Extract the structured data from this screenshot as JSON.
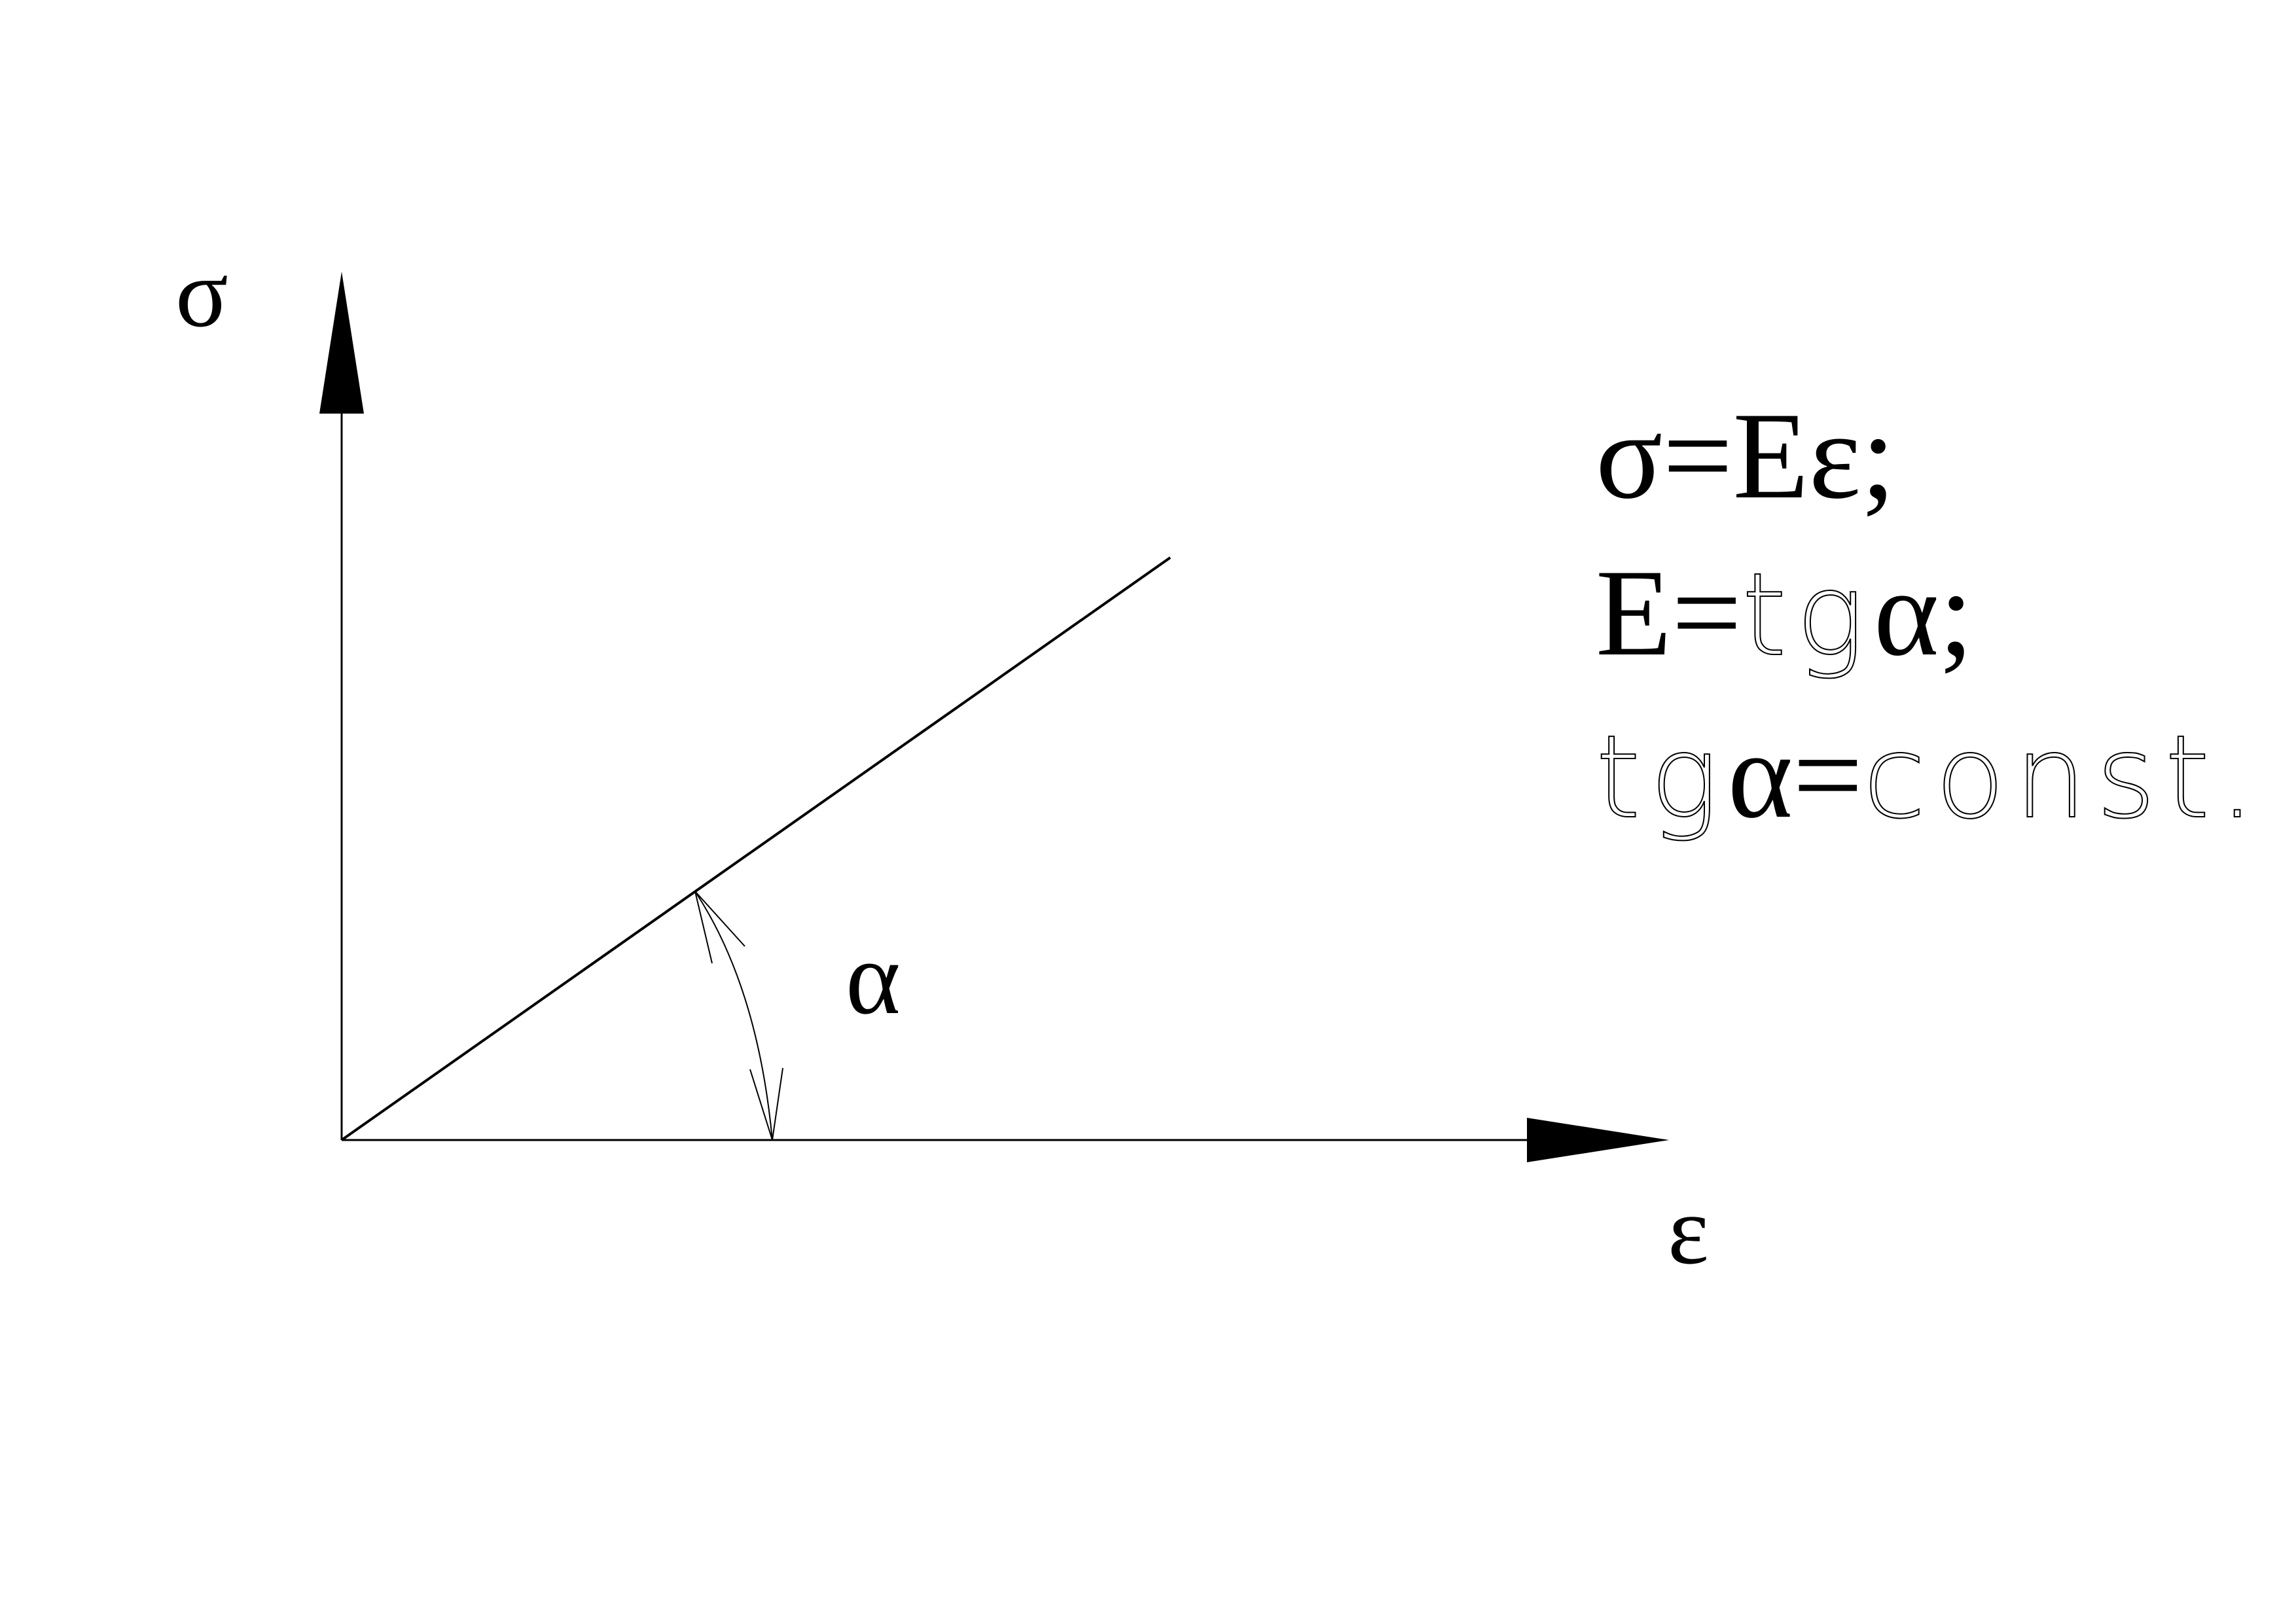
{
  "axes": {
    "y_label": "σ",
    "x_label": "ε"
  },
  "angle": {
    "label": "α"
  },
  "formulas": {
    "line1": "σ=Eε;",
    "line2_left": "E=",
    "line2_middle": "tg",
    "line2_right": "α;",
    "line3_left": "tg",
    "line3_middle": "α=",
    "line3_right": "const."
  },
  "colors": {
    "ink": "#000000",
    "background": "#ffffff"
  }
}
